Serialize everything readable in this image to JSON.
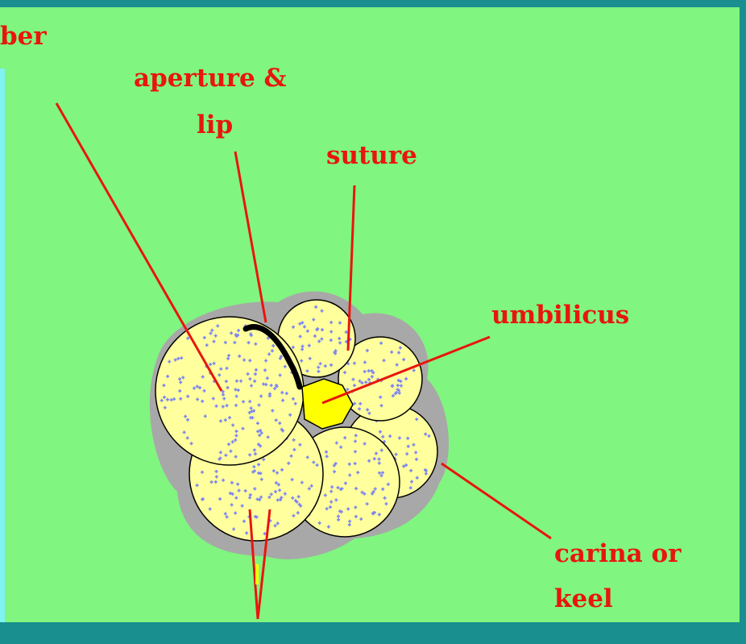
{
  "colors": {
    "frame": "#1a8f8f",
    "background": "#80f57f",
    "left_strip": "#7ff2f2",
    "chamber_fill": "#ffff9e",
    "dots": "#7d86ef",
    "halo": "#a8a8a8",
    "umbilicus": "#ffff00",
    "leader_lines": "#e8160c",
    "label_text": "#e8160c"
  },
  "labels": {
    "chamber_partial": "ber",
    "aperture_line1": "aperture &",
    "aperture_line2": "lip",
    "suture": "suture",
    "umbilicus": "umbilicus",
    "carina_line1": "carina or",
    "carina_line2": "keel"
  }
}
